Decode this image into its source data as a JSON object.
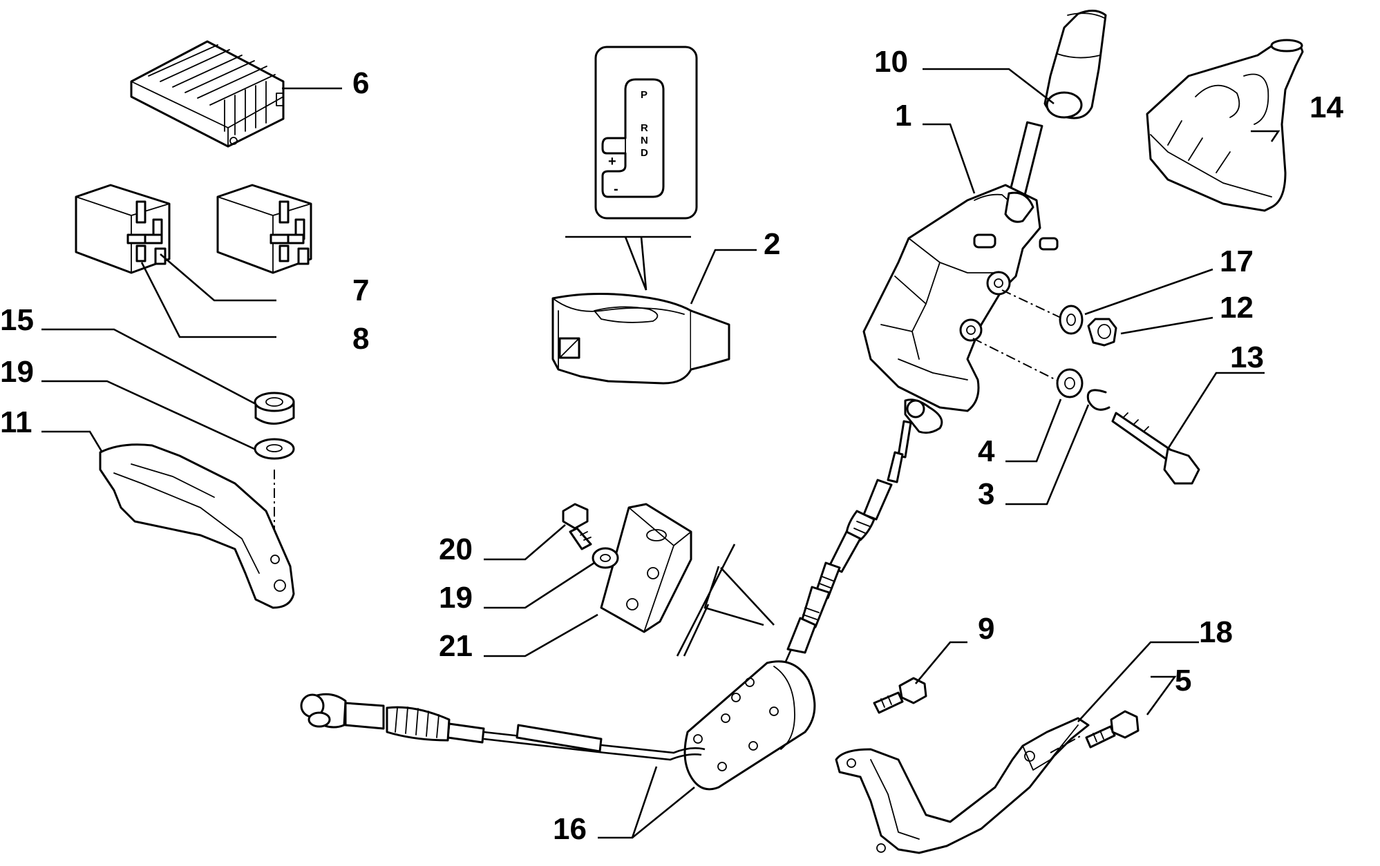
{
  "callouts": {
    "c1": "1",
    "c2": "2",
    "c3": "3",
    "c4": "4",
    "c5": "5",
    "c6": "6",
    "c7": "7",
    "c8": "8",
    "c9": "9",
    "c10": "10",
    "c11": "11",
    "c12": "12",
    "c13": "13",
    "c14": "14",
    "c15": "15",
    "c16": "16",
    "c17": "17",
    "c18": "18",
    "c19a": "19",
    "c19b": "19",
    "c20": "20",
    "c21": "21"
  },
  "gate_labels": {
    "p": "P",
    "r": "R",
    "n": "N",
    "d": "D",
    "plus": "+",
    "minus": "-"
  }
}
